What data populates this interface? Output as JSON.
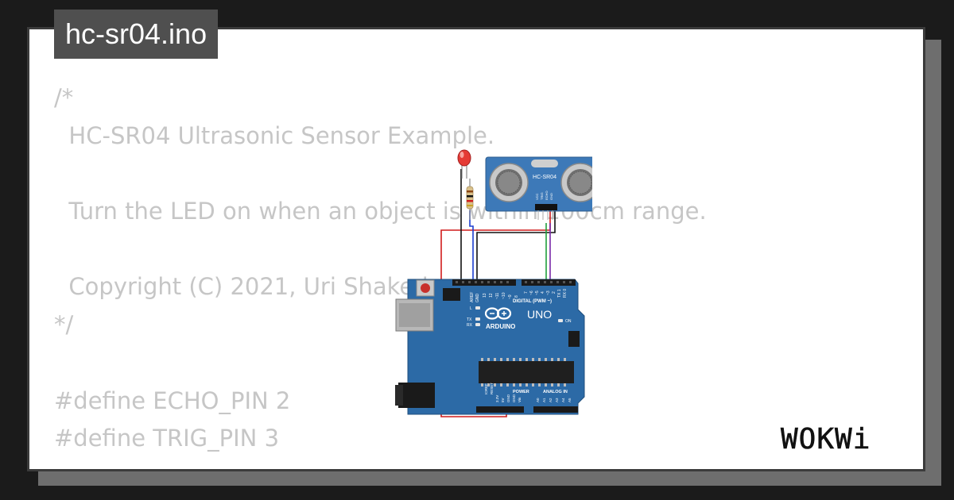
{
  "title": "hc-sr04.ino",
  "code_lines": [
    "/*",
    "  HC-SR04 Ultrasonic Sensor Example.",
    "",
    "  Turn the LED on when an object is within 100cm range.",
    "",
    "  Copyright (C) 2021, Uri Shaked",
    "*/",
    "",
    "#define ECHO_PIN 2",
    "#define TRIG_PIN 3"
  ],
  "circuit": {
    "sensor_label": "HC-SR04",
    "sensor_pins": [
      "VCC",
      "TRIG",
      "ECHO",
      "GND"
    ],
    "board_brand": "ARDUINO",
    "board_model": "UNO",
    "digital_label": "DIGITAL (PWM ~)",
    "power_label": "POWER",
    "analog_label": "ANALOG IN",
    "led_labels": [
      "L",
      "TX",
      "RX"
    ],
    "on_label": "ON",
    "top_pin_labels": [
      "AREF",
      "GND",
      "13",
      "12",
      "~11",
      "~10",
      "~9",
      "8",
      "7",
      "~6",
      "~5",
      "4",
      "~3",
      "2",
      "TX 1",
      "RX 0"
    ],
    "power_pin_labels": [
      "IOREF",
      "RESET",
      "3.3V",
      "5V",
      "GND",
      "GND",
      "Vin"
    ],
    "analog_pin_labels": [
      "A0",
      "A1",
      "A2",
      "A3",
      "A4",
      "A5"
    ]
  },
  "logo_text": "WOKWi",
  "colors": {
    "background": "#1b1b1b",
    "card": "#ffffff",
    "title_bg": "#4f4f4f",
    "code_text": "#c6c6c6",
    "board_blue": "#2c6aa6",
    "sensor_blue": "#3d79b8",
    "wire_red": "#d01c1c",
    "wire_black": "#111111",
    "wire_blue": "#1d3fd0",
    "wire_green": "#1f9e3c",
    "led_red": "#e53b35"
  }
}
